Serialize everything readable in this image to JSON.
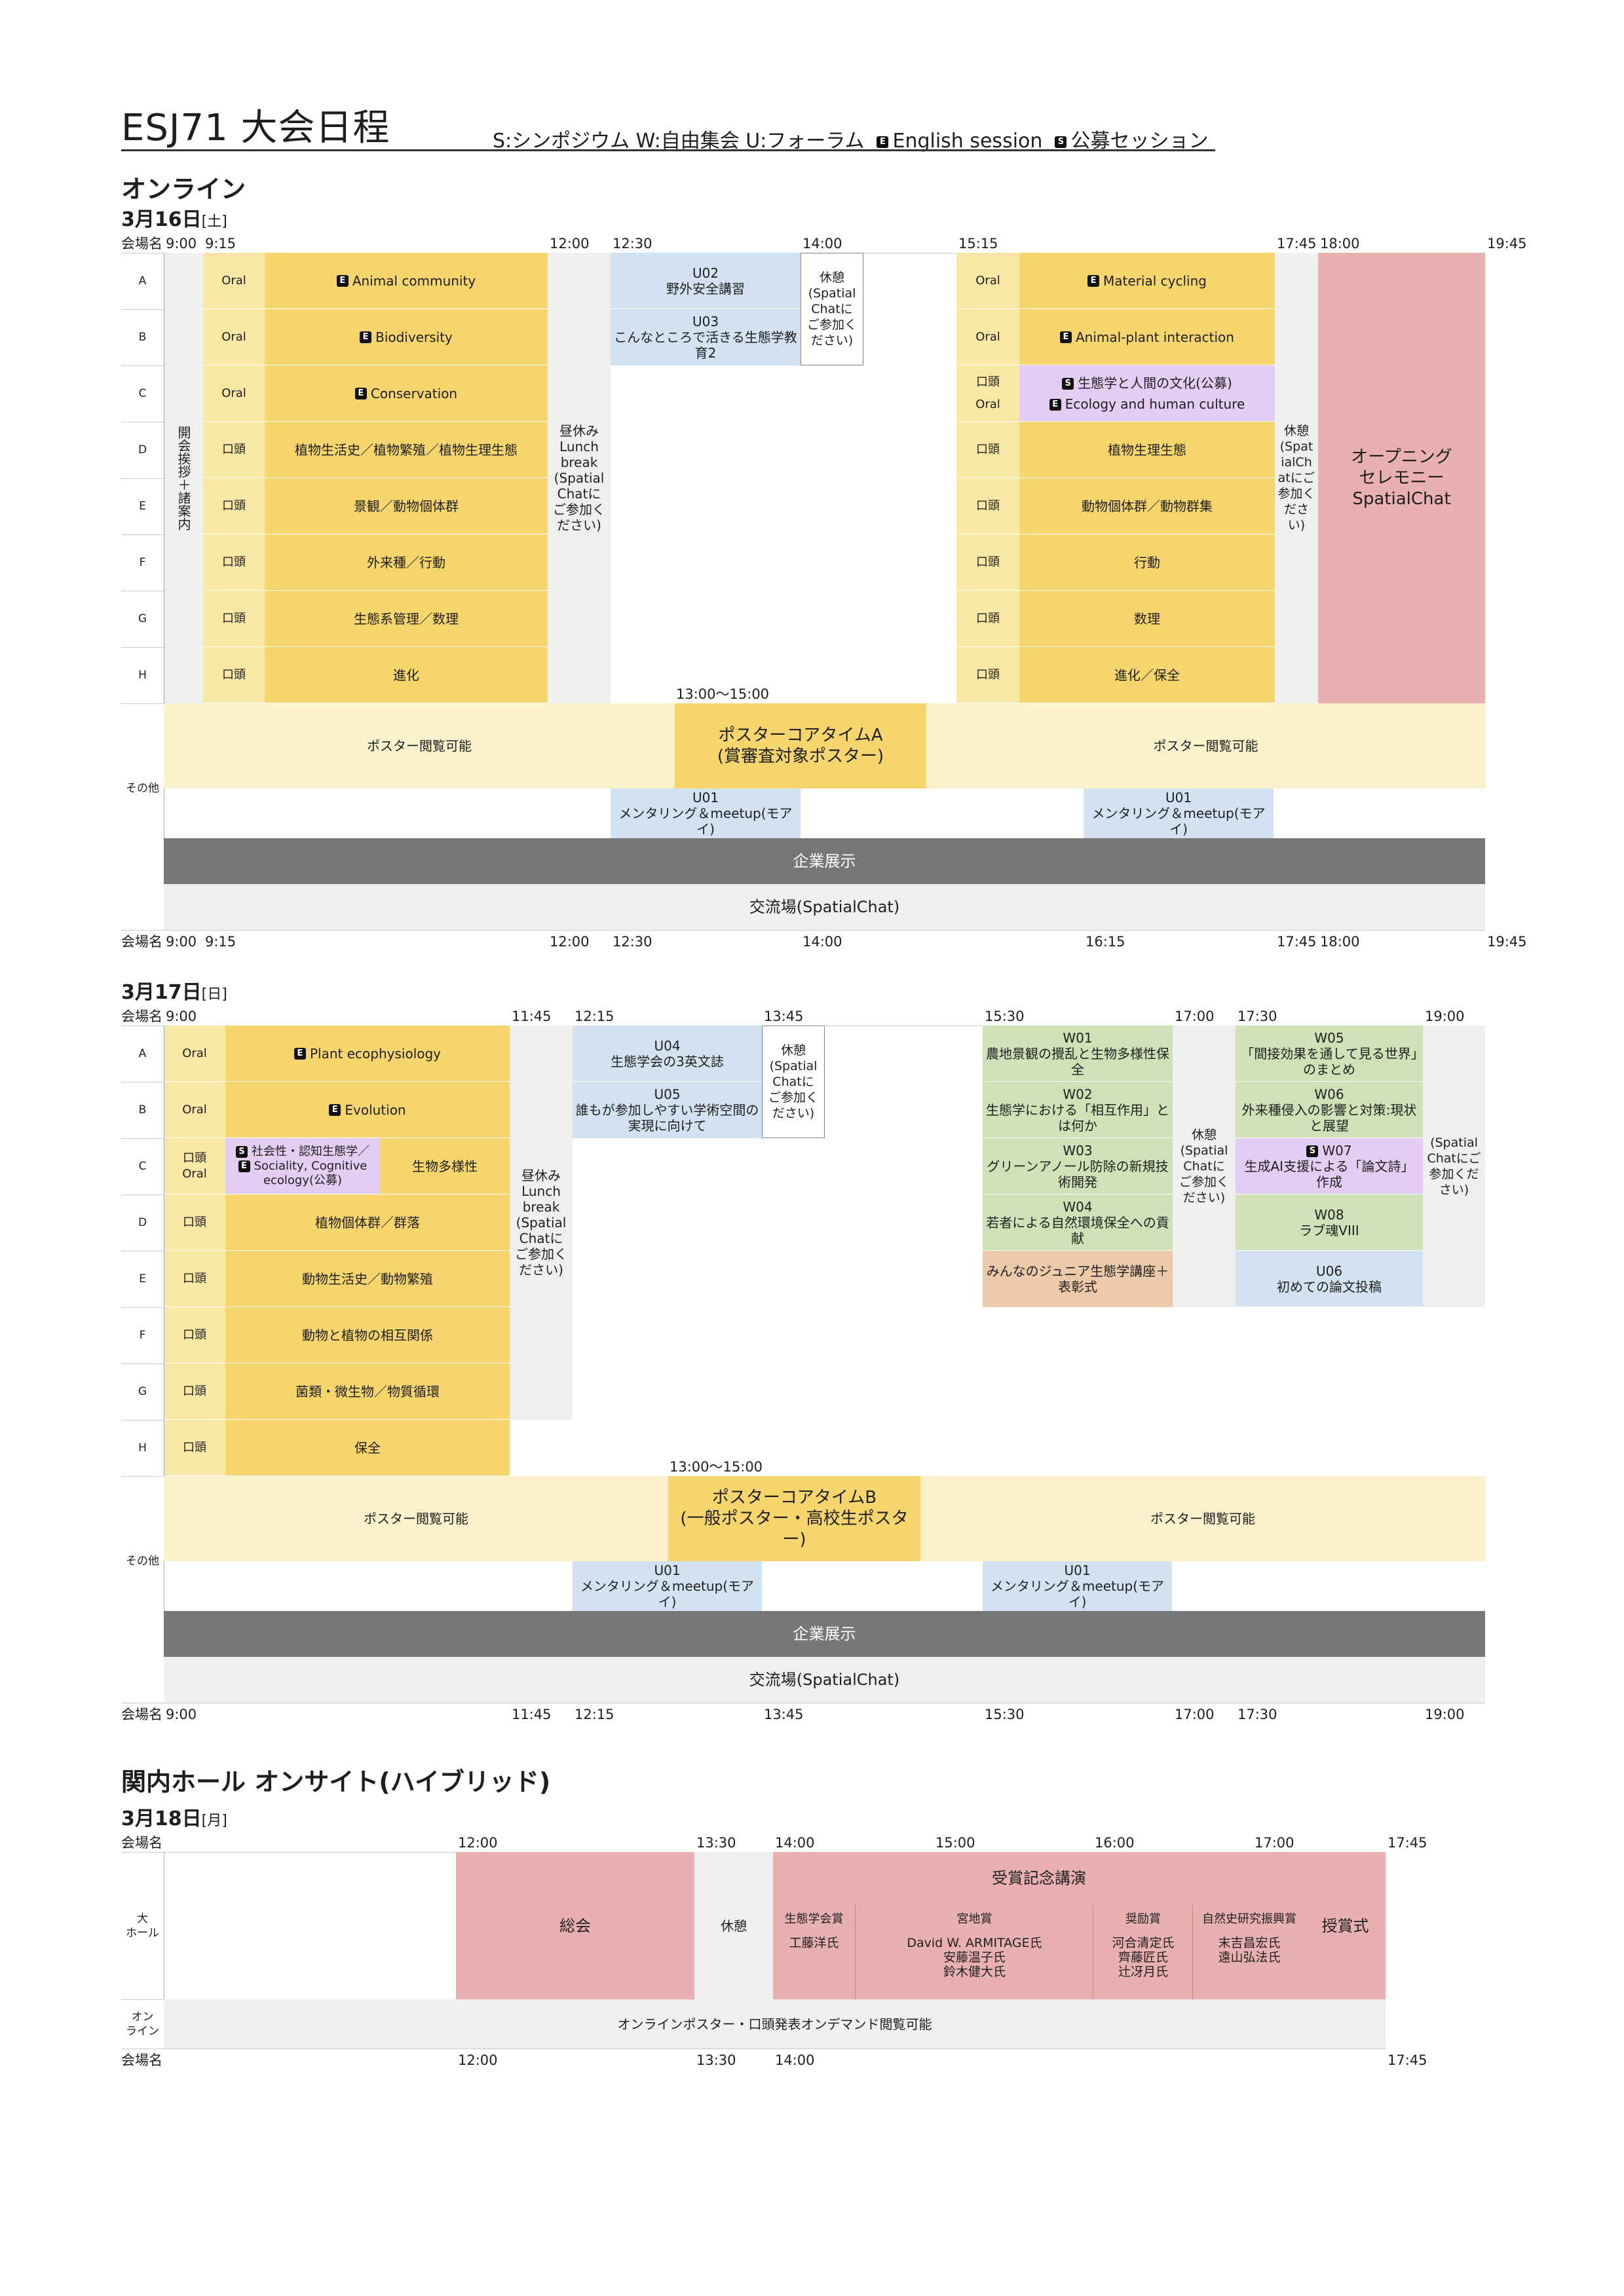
{
  "header": {
    "title": "ESJ71 大会日程",
    "legend_prefix": "S:シンポジウム W:自由集会 U:フォーラム",
    "legend_e": "English session",
    "legend_s": "公募セッション",
    "badge_e": "E",
    "badge_s": "S"
  },
  "online": {
    "heading": "オンライン",
    "venue_label": "会場名",
    "other_label": "その他",
    "rooms": [
      "A",
      "B",
      "C",
      "D",
      "E",
      "F",
      "G",
      "H"
    ],
    "day1": {
      "date": "3月16日",
      "dow": "[土]",
      "times_top": [
        "9:00",
        "9:15",
        "12:00",
        "12:30",
        "14:00",
        "15:15",
        "17:45",
        "18:00",
        "19:45"
      ],
      "times_bottom": [
        "9:00",
        "9:15",
        "12:00",
        "12:30",
        "14:00",
        "16:15",
        "17:45",
        "18:00",
        "19:45"
      ],
      "opening_vertical": "開会挨拶＋諸案内",
      "am_types": [
        "Oral",
        "Oral",
        "Oral",
        "口頭",
        "口頭",
        "口頭",
        "口頭",
        "口頭"
      ],
      "am_sessions": [
        "Animal community",
        "Biodiversity",
        "Conservation",
        "植物生活史／植物繁殖／植物生理生態",
        "景観／動物個体群",
        "外来種／行動",
        "生態系管理／数理",
        "進化"
      ],
      "lunch": [
        "昼休み",
        "Lunch",
        "break",
        "(Spatial",
        "Chatに",
        "ご参加く",
        "ださい)"
      ],
      "u02_code": "U02",
      "u02_title": "野外安全講習",
      "u03_code": "U03",
      "u03_title": "こんなところで活きる生態学教育2",
      "break1": [
        "休憩",
        "(Spatial",
        "Chatに",
        "ご参加く",
        "ださい)"
      ],
      "pm_types": [
        "Oral",
        "Oral",
        "口頭",
        "口頭",
        "口頭",
        "口頭",
        "口頭",
        "口頭"
      ],
      "pm_type_c2": "Oral",
      "pm_sessions": [
        "Material cycling",
        "Animal-plant interaction",
        "生態学と人間の文化(公募)",
        "植物生理生態",
        "動物個体群／動物群集",
        "行動",
        "数理",
        "進化／保全"
      ],
      "pm_c_en": "Ecology and human culture",
      "break2": [
        "休憩",
        "(Spat",
        "ialCh",
        "atにご",
        "参加く",
        "ださ",
        "い)"
      ],
      "opening_ceremony": [
        "オープニング",
        "セレモニー",
        "",
        "SpatialChat"
      ],
      "core_time": "13:00〜15:00",
      "poster_view": "ポスター閲覧可能",
      "core_a": [
        "ポスターコアタイムA",
        "(賞審査対象ポスター)"
      ],
      "u01_code": "U01",
      "u01_title": "メンタリング＆meetup(モアイ)",
      "expo": "企業展示",
      "lounge": "交流場(SpatialChat)"
    },
    "day2": {
      "date": "3月17日",
      "dow": "[日]",
      "times": [
        "9:00",
        "11:45",
        "12:15",
        "13:45",
        "15:30",
        "17:00",
        "17:30",
        "19:00"
      ],
      "am_types": [
        "Oral",
        "Oral",
        "口頭",
        "口頭",
        "口頭",
        "口頭",
        "口頭",
        "口頭"
      ],
      "am_type_c2": "Oral",
      "am_sessions": [
        "Plant ecophysiology",
        "Evolution",
        "社会性・認知生態学／",
        "植物個体群／群落",
        "動物生活史／動物繁殖",
        "動物と植物の相互関係",
        "菌類・微生物／物質循環",
        "保全"
      ],
      "c_en": "Sociality, Cognitive ecology(公募)",
      "c_bio": "生物多様性",
      "lunch": [
        "昼休み",
        "Lunch",
        "break",
        "(Spatial",
        "Chatに",
        "ご参加く",
        "ださい)"
      ],
      "u04_code": "U04",
      "u04_title": "生態学会の3英文誌",
      "u05_code": "U05",
      "u05_title": "誰もが参加しやすい学術空間の実現に向けて",
      "break1": [
        "休憩",
        "(Spatial",
        "Chatに",
        "ご参加く",
        "ださい)"
      ],
      "w_codes": [
        "W01",
        "W02",
        "W03",
        "W04"
      ],
      "w_titles": [
        "農地景観の攪乱と生物多様性保全",
        "生態学における「相互作用」とは何か",
        "グリーンアノール防除の新規技術開発",
        "若者による自然環境保全への貢献"
      ],
      "junior": "みんなのジュニア生態学講座＋表彰式",
      "break2": [
        "休憩",
        "(Spatial",
        "Chatに",
        "ご参加く",
        "ださい)"
      ],
      "w05_code": "W05",
      "w05_title": "「間接効果を通して見る世界」のまとめ",
      "w06_code": "W06",
      "w06_title": "外来種侵入の影響と対策:現状と展望",
      "w07_code": "W07",
      "w07_title": "生成AI支援による「論文詩」作成",
      "w08_code": "W08",
      "w08_title": "ラブ魂VIII",
      "u06_code": "U06",
      "u06_title": "初めての論文投稿",
      "end_chat": [
        "(Spatial",
        "Chatにご",
        "参加くだ",
        "さい)"
      ],
      "core_time": "13:00〜15:00",
      "poster_view": "ポスター閲覧可能",
      "core_b": [
        "ポスターコアタイムB",
        "(一般ポスター・高校生ポスター)"
      ],
      "u01_code": "U01",
      "u01_title": "メンタリング＆meetup(モアイ)",
      "expo": "企業展示",
      "lounge": "交流場(SpatialChat)"
    }
  },
  "onsite": {
    "heading": "関内ホール オンサイト(ハイブリッド)",
    "date": "3月18日",
    "dow": "[月]",
    "venue_label": "会場名",
    "times": [
      "12:00",
      "13:30",
      "14:00",
      "15:00",
      "16:00",
      "17:00",
      "17:45"
    ],
    "hall_label": [
      "大",
      "ホール"
    ],
    "online_label": [
      "オン",
      "ライン"
    ],
    "general_meeting": "総会",
    "break": "休憩",
    "award_lecture": "受賞記念講演",
    "awards": [
      {
        "name": "生態学会賞",
        "people": [
          "工藤洋氏"
        ]
      },
      {
        "name": "宮地賞",
        "people": [
          "David W. ARMITAGE氏",
          "安藤温子氏",
          "鈴木健大氏"
        ]
      },
      {
        "name": "奨励賞",
        "people": [
          "河合清定氏",
          "齊藤匠氏",
          "辻冴月氏"
        ]
      },
      {
        "name": "自然史研究振興賞",
        "people": [
          "末吉昌宏氏",
          "遠山弘法氏"
        ]
      }
    ],
    "ceremony": "授賞式",
    "online_note": "オンラインポスター・口頭発表オンデマンド閲覧可能"
  }
}
